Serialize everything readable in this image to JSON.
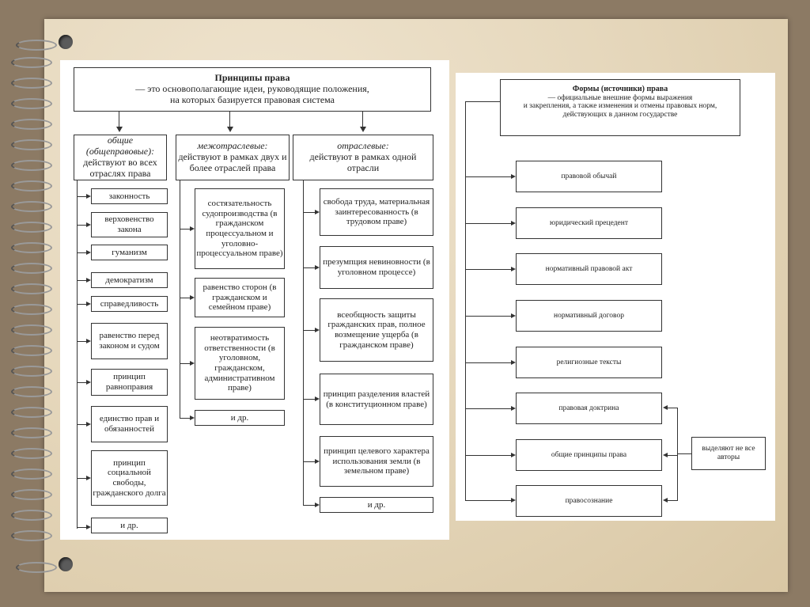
{
  "left_diagram": {
    "title": "Принципы права",
    "definition_line1": "— это основополагающие идеи, руководящие положения,",
    "definition_line2": "на которых базируется правовая система",
    "columns": [
      {
        "head_italic": "общие",
        "head_italic2": "(общеправовые):",
        "head_rest": "действуют во всех отраслях права",
        "items": [
          "законность",
          "верховенство закона",
          "гуманизм",
          "демократизм",
          "справедливость",
          "равенство перед законом и судом",
          "принцип равноправия",
          "единство прав и обязанностей",
          "принцип социальной свободы, гражданского долга",
          "и др."
        ]
      },
      {
        "head_italic": "межотраслевые:",
        "head_rest": "действуют в рамках двух и более отраслей права",
        "items": [
          "состязательность судопроизводства (в гражданском процессуальном и уголовно-процессуальном праве)",
          "равенство сторон (в гражданском и семейном праве)",
          "неотвратимость ответственности (в уголовном, гражданском, административном праве)",
          "и др."
        ]
      },
      {
        "head_italic": "отраслевые:",
        "head_rest": "действуют в рамках одной отрасли",
        "items": [
          "свобода труда, материальная заинтересованность (в трудовом праве)",
          "презумпция невиновности (в уголовном процессе)",
          "всеобщность защиты гражданских прав, полное возмещение ущерба (в гражданском праве)",
          "принцип разделения властей (в конституционном праве)",
          "принцип целевого характера использования земли (в земельном праве)",
          "и др."
        ]
      }
    ]
  },
  "right_diagram": {
    "title": "Формы (источники) права",
    "definition_line1": "— официальные внешние формы выражения",
    "definition_line2": "и закрепления, а также изменения и отмены правовых норм,",
    "definition_line3": "действующих в данном государстве",
    "forms": [
      "правовой обычай",
      "юридический прецедент",
      "нормативный правовой акт",
      "нормативный договор",
      "религиозные тексты",
      "правовая доктрина",
      "общие принципы права",
      "правосознание"
    ],
    "side_note": "выделяют не все авторы"
  }
}
